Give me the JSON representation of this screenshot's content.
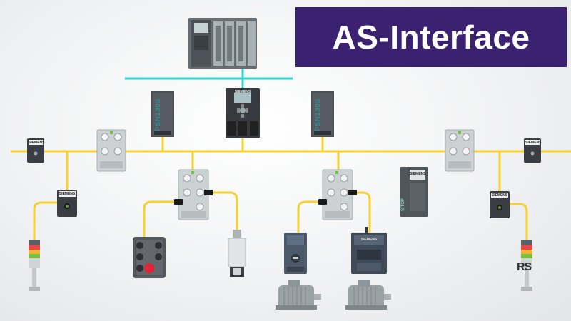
{
  "title": "AS-Interface",
  "brand_label": "SIEMENS",
  "psu_label": "PSN130S",
  "psu_sublabel": "SITOP",
  "slot_label": "SITOP",
  "watermark": "RS",
  "colors": {
    "banner_bg": "#3b2270",
    "banner_text": "#ffffff",
    "bus_yellow": "#f6d132",
    "profinet_cyan": "#35d3cf",
    "device_dark": "#3d3f44",
    "module_light": "#d8dcde",
    "push_button_red": "#e0253a"
  }
}
